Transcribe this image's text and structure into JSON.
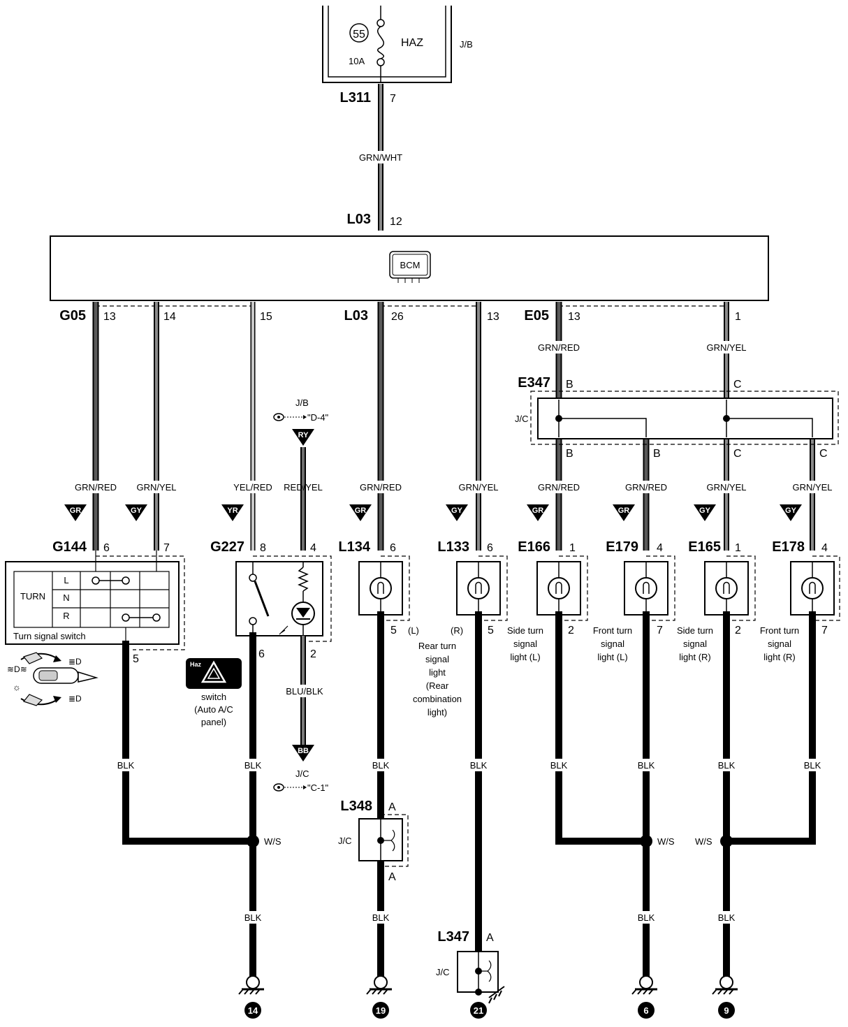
{
  "fuse": {
    "number": "55",
    "name": "HAZ",
    "rating": "10A",
    "box_label": "J/B"
  },
  "top_wire": {
    "connector": "L311",
    "pin": "7",
    "color": "GRN/WHT"
  },
  "bcm": {
    "connector": "L03",
    "pin": "12",
    "label": "BCM"
  },
  "bcm_outputs": [
    {
      "connector": "G05",
      "pin": "13",
      "color": "GRN/RED",
      "badge": "GR"
    },
    {
      "connector": "",
      "pin": "14",
      "color": "GRN/YEL",
      "badge": "GY"
    },
    {
      "connector": "",
      "pin": "15",
      "color": "YEL/RED",
      "badge": "YR"
    },
    {
      "connector": "L03",
      "pin": "26",
      "color": "GRN/RED",
      "badge": "GR"
    },
    {
      "connector": "",
      "pin": "13",
      "color": "GRN/YEL",
      "badge": "GY"
    },
    {
      "connector": "E05",
      "pin": "13",
      "color": "GRN/RED",
      "badge": "GR"
    },
    {
      "connector": "",
      "pin": "1",
      "color": "GRN/YEL",
      "badge": "GY"
    }
  ],
  "jc_e347": {
    "connector": "E347",
    "label": "J/C",
    "pins_in": [
      "B",
      "C"
    ],
    "pins_out": [
      "B",
      "B",
      "C",
      "C"
    ]
  },
  "hazard_feed": {
    "ref_box": "J/B",
    "ref_pin": "\"D-4\"",
    "badge": "RY",
    "color": "RED/YEL",
    "out_color": "BLU/BLK",
    "out_badge": "BB",
    "out_ref_box": "J/C",
    "out_ref_pin": "\"C-1\""
  },
  "turn_switch": {
    "connector": "G144",
    "pins": [
      "6",
      "7"
    ],
    "ground_pin": "5",
    "caption": "Turn signal switch",
    "row_title": "TURN",
    "rows": [
      "L",
      "N",
      "R"
    ]
  },
  "hazard_switch": {
    "connector": "G227",
    "pins": [
      "8",
      "4"
    ],
    "bottom_pins": [
      "6",
      "2"
    ],
    "badge_text": "Haz",
    "caption": [
      "switch",
      "(Auto A/C",
      "panel)"
    ]
  },
  "lamps": [
    {
      "connector": "L134",
      "in_pin": "6",
      "out_pin": "5",
      "side": "(L)"
    },
    {
      "connector": "L133",
      "in_pin": "6",
      "out_pin": "5",
      "side": "(R)"
    },
    {
      "connector": "E166",
      "in_pin": "1",
      "out_pin": "2",
      "caption": [
        "Side turn",
        "signal",
        "light (L)"
      ]
    },
    {
      "connector": "E179",
      "in_pin": "4",
      "out_pin": "7",
      "caption": [
        "Front turn",
        "signal",
        "light (L)"
      ]
    },
    {
      "connector": "E165",
      "in_pin": "1",
      "out_pin": "2",
      "caption": [
        "Side turn",
        "signal",
        "light (R)"
      ]
    },
    {
      "connector": "E178",
      "in_pin": "4",
      "out_pin": "7",
      "caption": [
        "Front turn",
        "signal",
        "light (R)"
      ]
    }
  ],
  "rear_caption": [
    "Rear turn",
    "signal",
    "light",
    "(Rear",
    "combination",
    "light)"
  ],
  "ground_color": "BLK",
  "splice_label": "W/S",
  "jc_l348": {
    "connector": "L348",
    "label": "J/C",
    "pin_top": "A",
    "pin_bottom": "A"
  },
  "jc_l347": {
    "connector": "L347",
    "label": "J/C",
    "pin": "A"
  },
  "grounds": [
    "14",
    "19",
    "21",
    "6",
    "9"
  ],
  "colors": {
    "line": "#000000",
    "wire_dark": "#555555",
    "wire_mid": "#7a7a7a",
    "wire_light": "#b4b4b4"
  }
}
